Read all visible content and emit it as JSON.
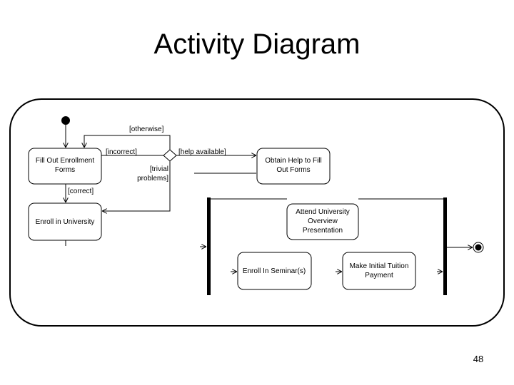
{
  "slide": {
    "title": "Activity Diagram",
    "page_number": "48"
  },
  "diagram": {
    "activities": {
      "fill_out_forms": [
        "Fill Out Enrollment",
        "Forms"
      ],
      "enroll_university": [
        "Enroll in University"
      ],
      "obtain_help": [
        "Obtain Help to Fill",
        "Out Forms"
      ],
      "attend_presentation": [
        "Attend University",
        "Overview",
        "Presentation"
      ],
      "enroll_seminars": [
        "Enroll In Seminar(s)"
      ],
      "make_payment": [
        "Make Initial Tuition",
        "Payment"
      ]
    },
    "guards": {
      "otherwise": "[otherwise]",
      "incorrect": "[incorrect]",
      "help_available": "[help available]",
      "trivial": [
        "[trivial",
        "problems]"
      ],
      "correct": "[correct]"
    }
  }
}
